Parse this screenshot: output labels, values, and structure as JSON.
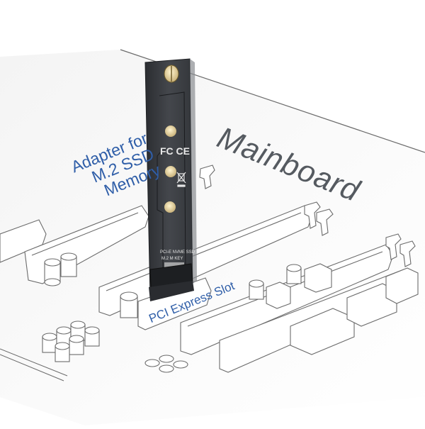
{
  "diagram": {
    "type": "product-illustration",
    "subject": "M.2 SSD to PCIe adapter card inserted in mainboard slot",
    "labels": {
      "adapter": [
        "Adapter for",
        "M.2 SSD",
        "Memory"
      ],
      "mainboard": "Mainboard",
      "slot": "PCI Express Slot"
    },
    "card": {
      "silkscreen_top": "PCI-E NVME SSD",
      "silkscreen_sub": "M.2 M KEY",
      "certifications": [
        "FC",
        "CE",
        "WEEE"
      ]
    },
    "colors": {
      "label_blue": "#2f5ea8",
      "mainboard_text": "#555a60",
      "line": "#6b6b6b",
      "card_body": "#3a3d42",
      "card_edge": "#1f2124",
      "standoff_gold": "#d9c89a",
      "background": "#ffffff"
    }
  }
}
